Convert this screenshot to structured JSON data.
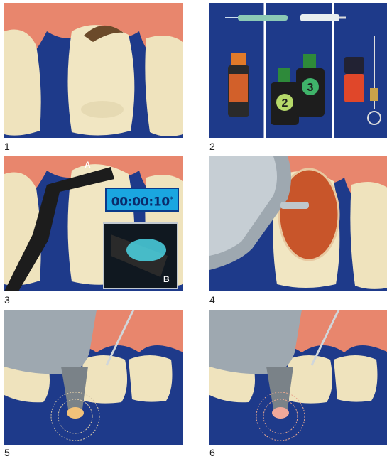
{
  "panels": [
    {
      "number": "1"
    },
    {
      "number": "2",
      "bottle_labels": [
        "2",
        "3"
      ]
    },
    {
      "number": "3",
      "timer": "00:00:10",
      "timer_mark": "*",
      "callout_a": "A",
      "callout_b": "B"
    },
    {
      "number": "4"
    },
    {
      "number": "5"
    },
    {
      "number": "6"
    }
  ],
  "colors": {
    "background_blue": "#1e3a8a",
    "gum": "#e8866d",
    "tooth": "#efe3bd",
    "timer_bg": "#1aa6e0",
    "disc": "#c8552a"
  }
}
